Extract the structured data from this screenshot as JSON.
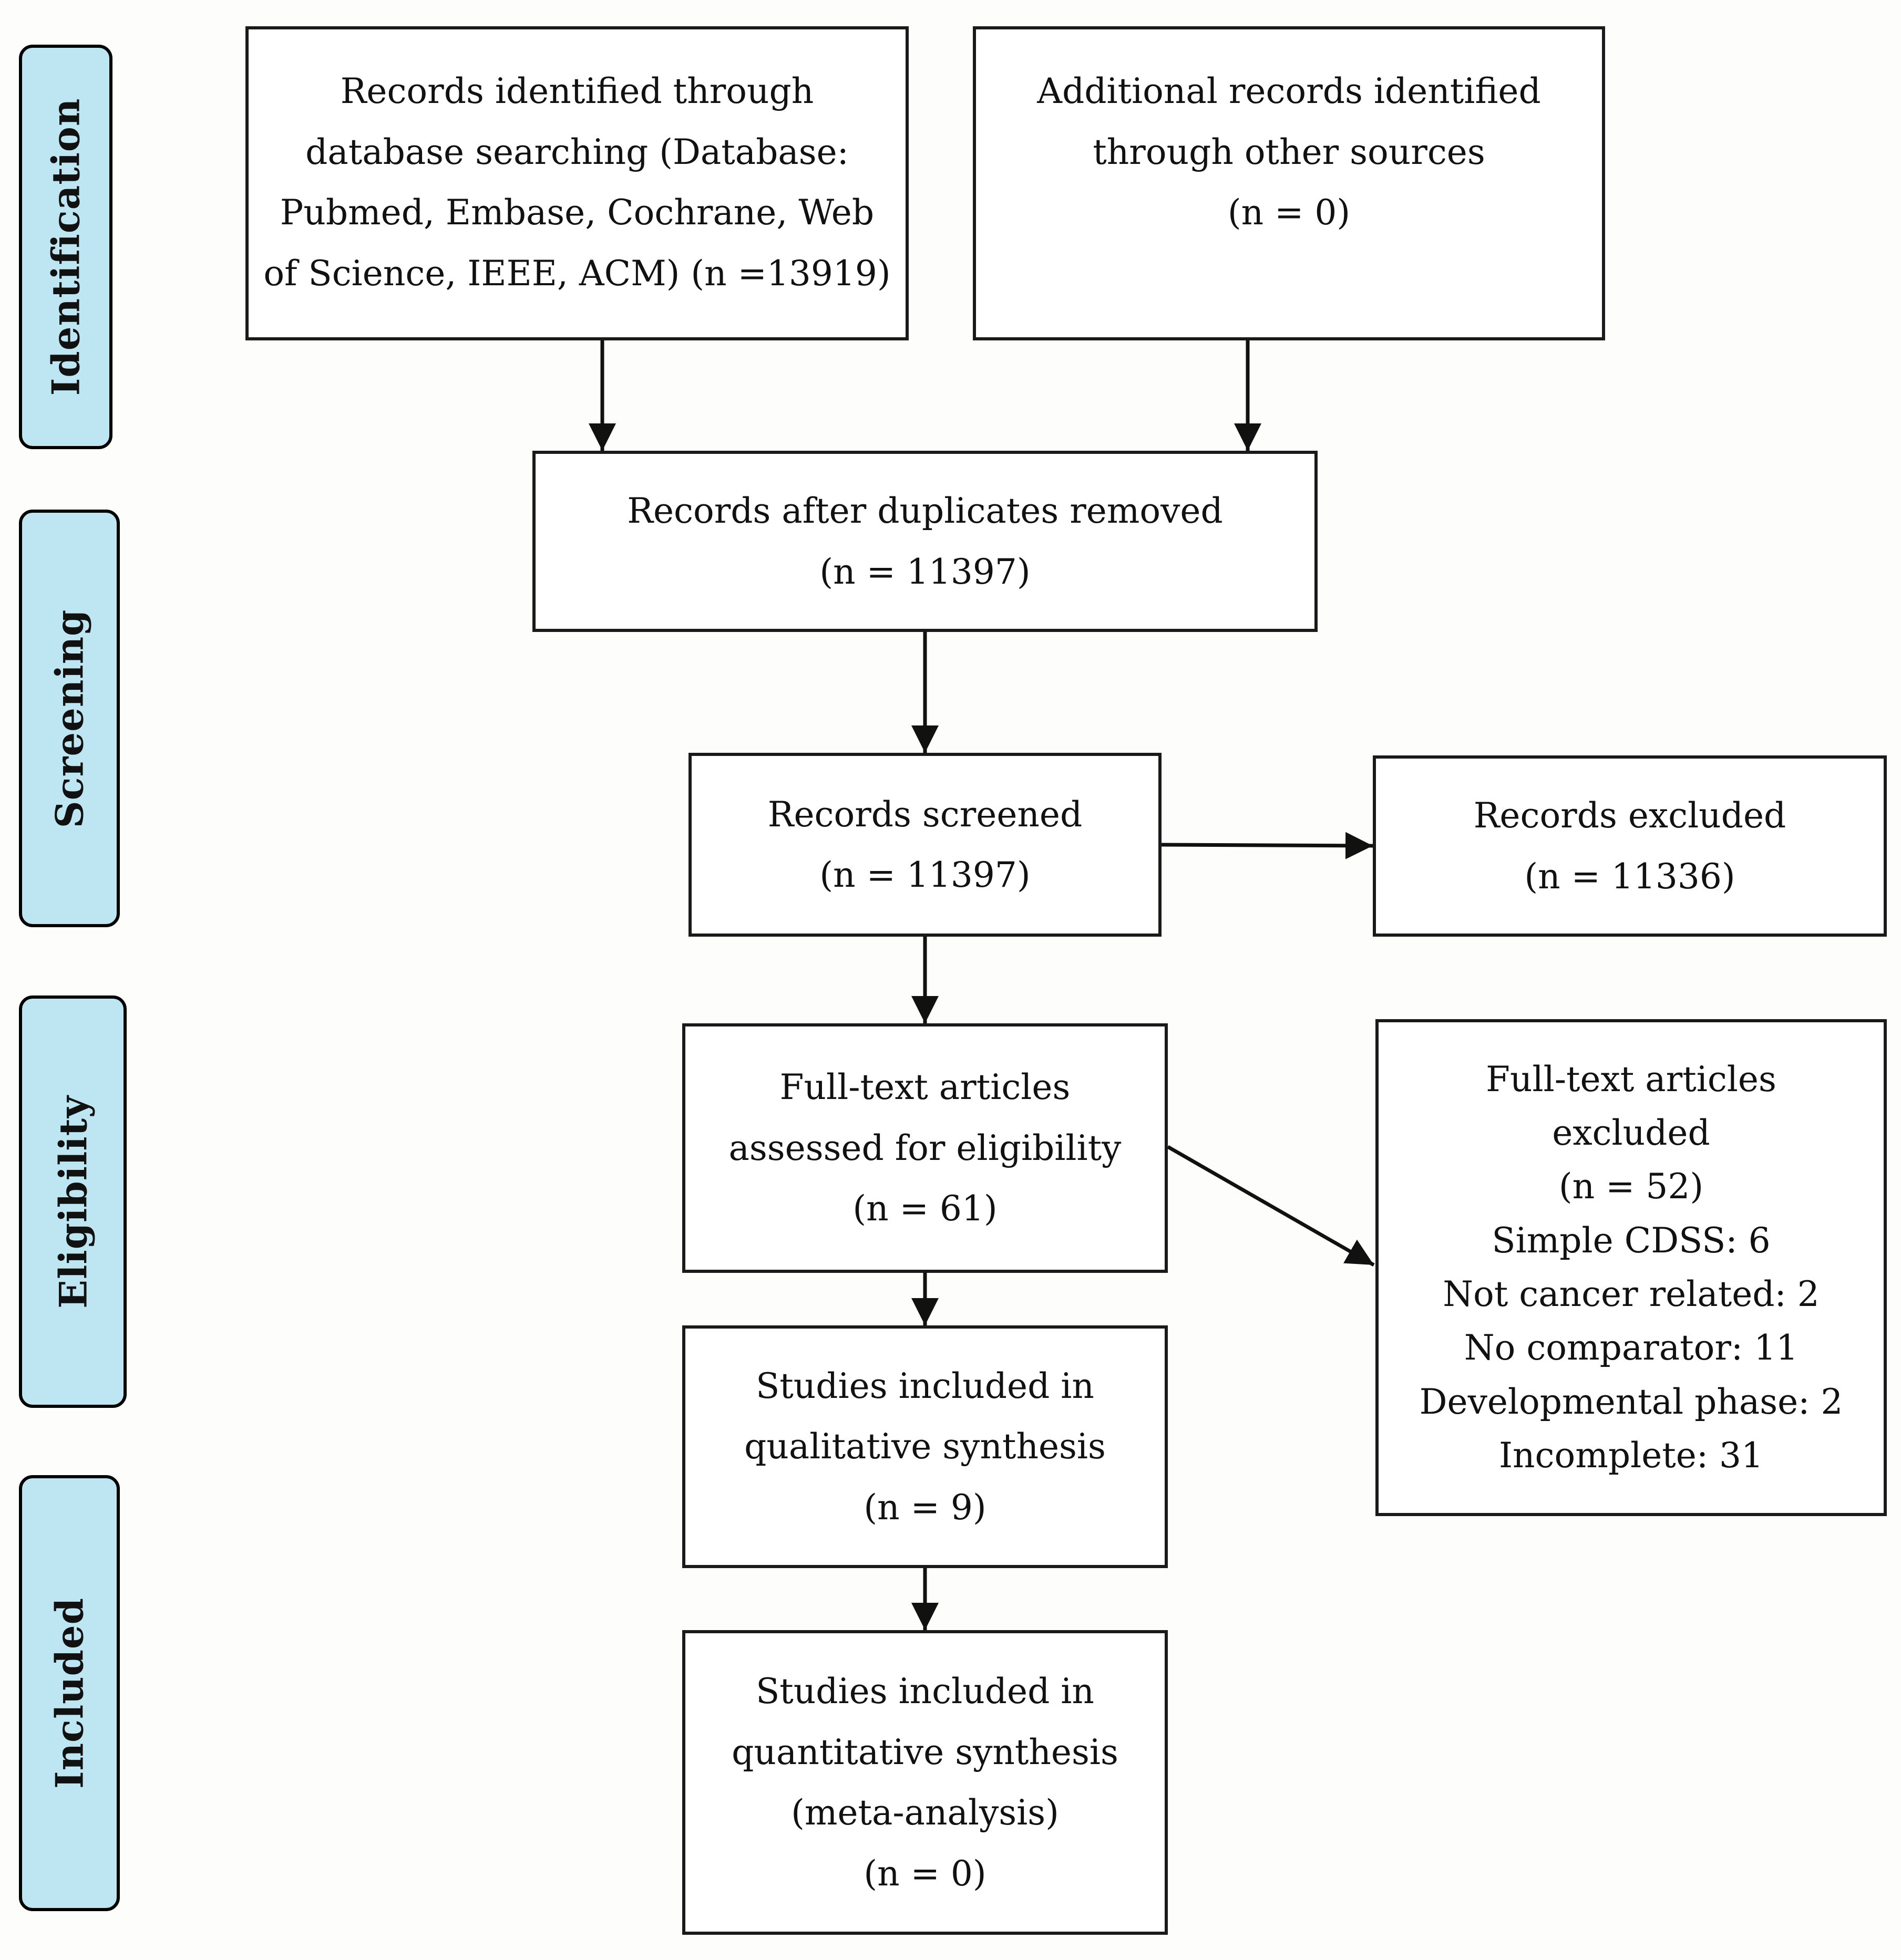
{
  "phases": {
    "identification": "Identification",
    "screening": "Screening",
    "eligibility": "Eligibility",
    "included": "Included"
  },
  "boxes": {
    "database_records": {
      "lines": [
        "Records identified through",
        "database searching (Database:",
        "Pubmed, Embase, Cochrane, Web",
        "of Science, IEEE, ACM) (n =13919)"
      ]
    },
    "additional_records": {
      "lines": [
        "Additional records identified",
        "through other sources",
        "(n = 0)"
      ]
    },
    "after_duplicates": {
      "lines": [
        "Records after duplicates removed",
        "(n = 11397)"
      ]
    },
    "screened": {
      "lines": [
        "Records screened",
        "(n = 11397)"
      ]
    },
    "excluded": {
      "lines": [
        "Records excluded",
        "(n = 11336)"
      ]
    },
    "full_text_assessed": {
      "lines": [
        "Full-text articles",
        "assessed for eligibility",
        "(n = 61)"
      ]
    },
    "full_text_excluded": {
      "lines": [
        "Full-text articles",
        "excluded",
        "(n = 52)",
        "Simple CDSS: 6",
        "Not cancer related:  2",
        "No comparator: 11",
        "Developmental phase: 2",
        "Incomplete: 31"
      ]
    },
    "qualitative": {
      "lines": [
        "Studies included in",
        "qualitative synthesis",
        "(n = 9)"
      ]
    },
    "quantitative": {
      "lines": [
        "Studies included in",
        "quantitative synthesis",
        "(meta-analysis)",
        "(n = 0)"
      ]
    }
  },
  "colors": {
    "phase_fill": "#bde5f2",
    "line": "#111111",
    "background": "#fdfdfc"
  }
}
